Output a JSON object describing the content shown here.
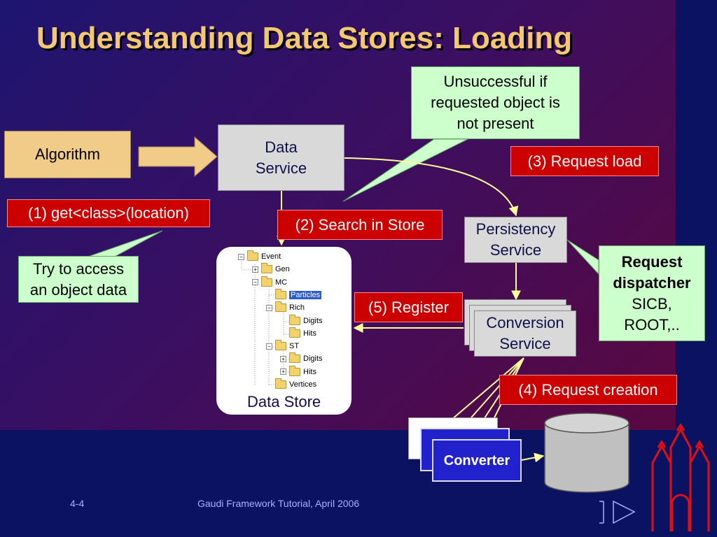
{
  "slide": {
    "title": "Understanding Data Stores: Loading",
    "footer_page": "4-4",
    "footer_text": "Gaudi Framework Tutorial, April 2006"
  },
  "nodes": {
    "algorithm": "Algorithm",
    "data_service": [
      "Data",
      "Service"
    ],
    "persistency_service": [
      "Persistency",
      "Service"
    ],
    "conversion_service": [
      "Conversion",
      "Service"
    ],
    "converter": "Converter",
    "data_store": "Data Store"
  },
  "callouts": {
    "unsuccessful": [
      "Unsuccessful if",
      "requested object is",
      "not present"
    ],
    "try_access": [
      "Try to access",
      "an object data"
    ],
    "request_dispatcher": {
      "bold": [
        "Request",
        "dispatcher"
      ],
      "normal": [
        "SICB,",
        "ROOT,.."
      ]
    }
  },
  "steps": {
    "step1": "(1) get<class>(location)",
    "step2": "(2) Search in Store",
    "step3": "(3) Request load",
    "step4": "(4) Request creation",
    "step5": "(5) Register"
  },
  "tree": [
    {
      "label": "Event",
      "expander": "−",
      "level": 0
    },
    {
      "label": "Gen",
      "expander": "+",
      "level": 1
    },
    {
      "label": "MC",
      "expander": "−",
      "level": 1
    },
    {
      "label": "Particles",
      "expander": "",
      "level": 2,
      "selected": true
    },
    {
      "label": "Rich",
      "expander": "−",
      "level": 2
    },
    {
      "label": "Digits",
      "expander": "",
      "level": 3
    },
    {
      "label": "Hits",
      "expander": "",
      "level": 3
    },
    {
      "label": "ST",
      "expander": "−",
      "level": 2
    },
    {
      "label": "Digits",
      "expander": "+",
      "level": 3
    },
    {
      "label": "Hits",
      "expander": "+",
      "level": 3
    },
    {
      "label": "Vertices",
      "expander": "",
      "level": 2
    }
  ],
  "colors": {
    "title": "#f4c870",
    "step_box": "#cc0000",
    "callout": "#ccffcc",
    "converter": "#2222cc"
  }
}
